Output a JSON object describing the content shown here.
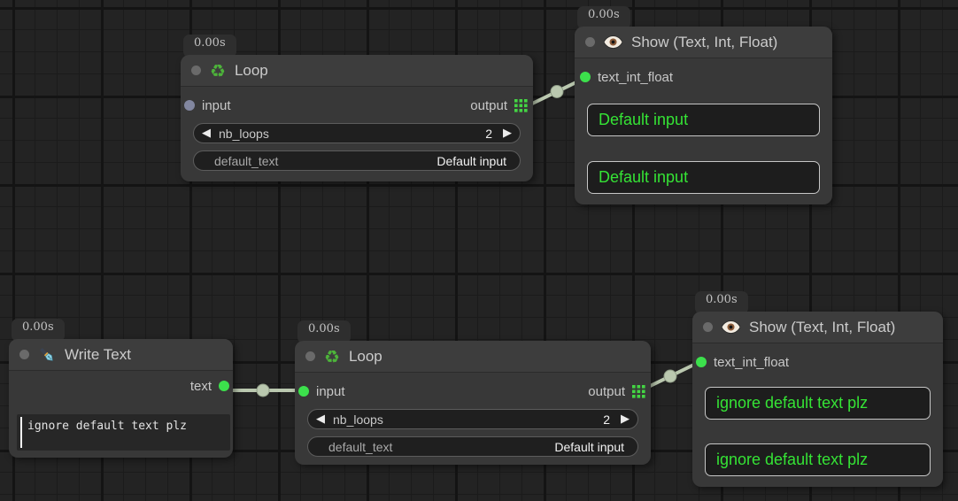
{
  "colors": {
    "canvas_bg": "#232323",
    "node_bg": "#383838",
    "header_bg": "#3d3d3d",
    "wire": "#bac8af",
    "slot_connected_green": "#3ce04c",
    "slot_neutral": "#8287a0",
    "value_text_green": "#35e335",
    "widget_bg": "#1f1f1f"
  },
  "icons": {
    "recycle": "♻",
    "decrement": "◀",
    "increment": "▶",
    "eye": "eye-icon",
    "pen_nib": "pen-nib-icon",
    "grid_output": "grid-output-icon"
  },
  "connections": [
    {
      "from": "loop-top.output",
      "to": "show-top.text_int_float"
    },
    {
      "from": "write-text.text",
      "to": "loop-bottom.input"
    },
    {
      "from": "loop-bottom.output",
      "to": "show-bottom.text_int_float"
    }
  ],
  "nodes": [
    {
      "id": "loop-top",
      "badge": "0.00s",
      "title": "Loop",
      "input_label": "input",
      "output_label": "output",
      "widgets": [
        {
          "label": "nb_loops",
          "value": "2"
        },
        {
          "label": "default_text",
          "value": "Default input"
        }
      ]
    },
    {
      "id": "show-top",
      "badge": "0.00s",
      "title": "Show (Text, Int, Float)",
      "input_label": "text_int_float",
      "boxes": [
        "Default input",
        "Default input"
      ]
    },
    {
      "id": "write-text",
      "badge": "0.00s",
      "title": "Write Text",
      "output_label": "text",
      "textarea_value": "ignore default text plz"
    },
    {
      "id": "loop-bottom",
      "badge": "0.00s",
      "title": "Loop",
      "input_label": "input",
      "output_label": "output",
      "widgets": [
        {
          "label": "nb_loops",
          "value": "2"
        },
        {
          "label": "default_text",
          "value": "Default input"
        }
      ]
    },
    {
      "id": "show-bottom",
      "badge": "0.00s",
      "title": "Show (Text, Int, Float)",
      "input_label": "text_int_float",
      "boxes": [
        "ignore default text plz",
        "ignore default text plz"
      ]
    }
  ]
}
